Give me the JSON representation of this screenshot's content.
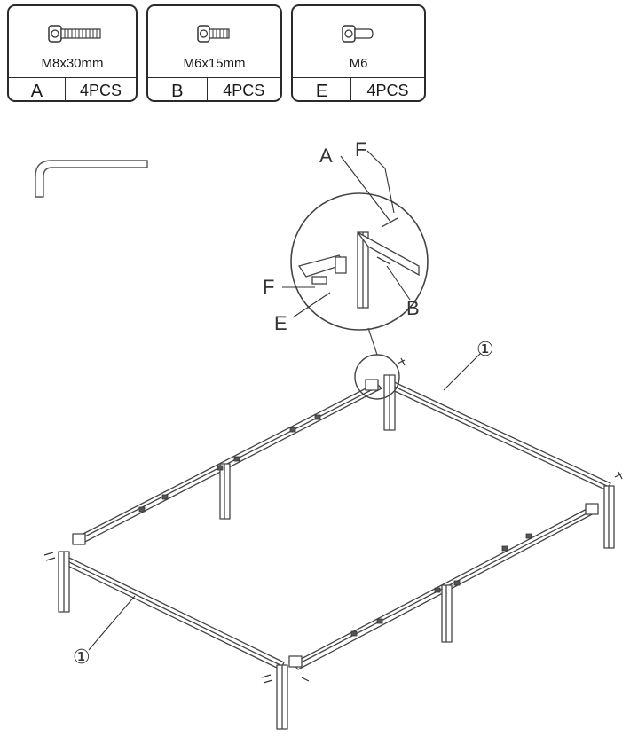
{
  "parts": [
    {
      "spec": "M8x30mm",
      "letter": "A",
      "qty": "4PCS",
      "icon": "long-bolt-icon"
    },
    {
      "spec": "M6x15mm",
      "letter": "B",
      "qty": "4PCS",
      "icon": "short-bolt-icon"
    },
    {
      "spec": "M6",
      "letter": "E",
      "qty": "4PCS",
      "icon": "barrel-nut-icon"
    }
  ],
  "callouts": {
    "a": "A",
    "f_top": "F",
    "f_left": "F",
    "e": "E",
    "b": "B",
    "rail_left": "①",
    "rail_right": "①"
  }
}
